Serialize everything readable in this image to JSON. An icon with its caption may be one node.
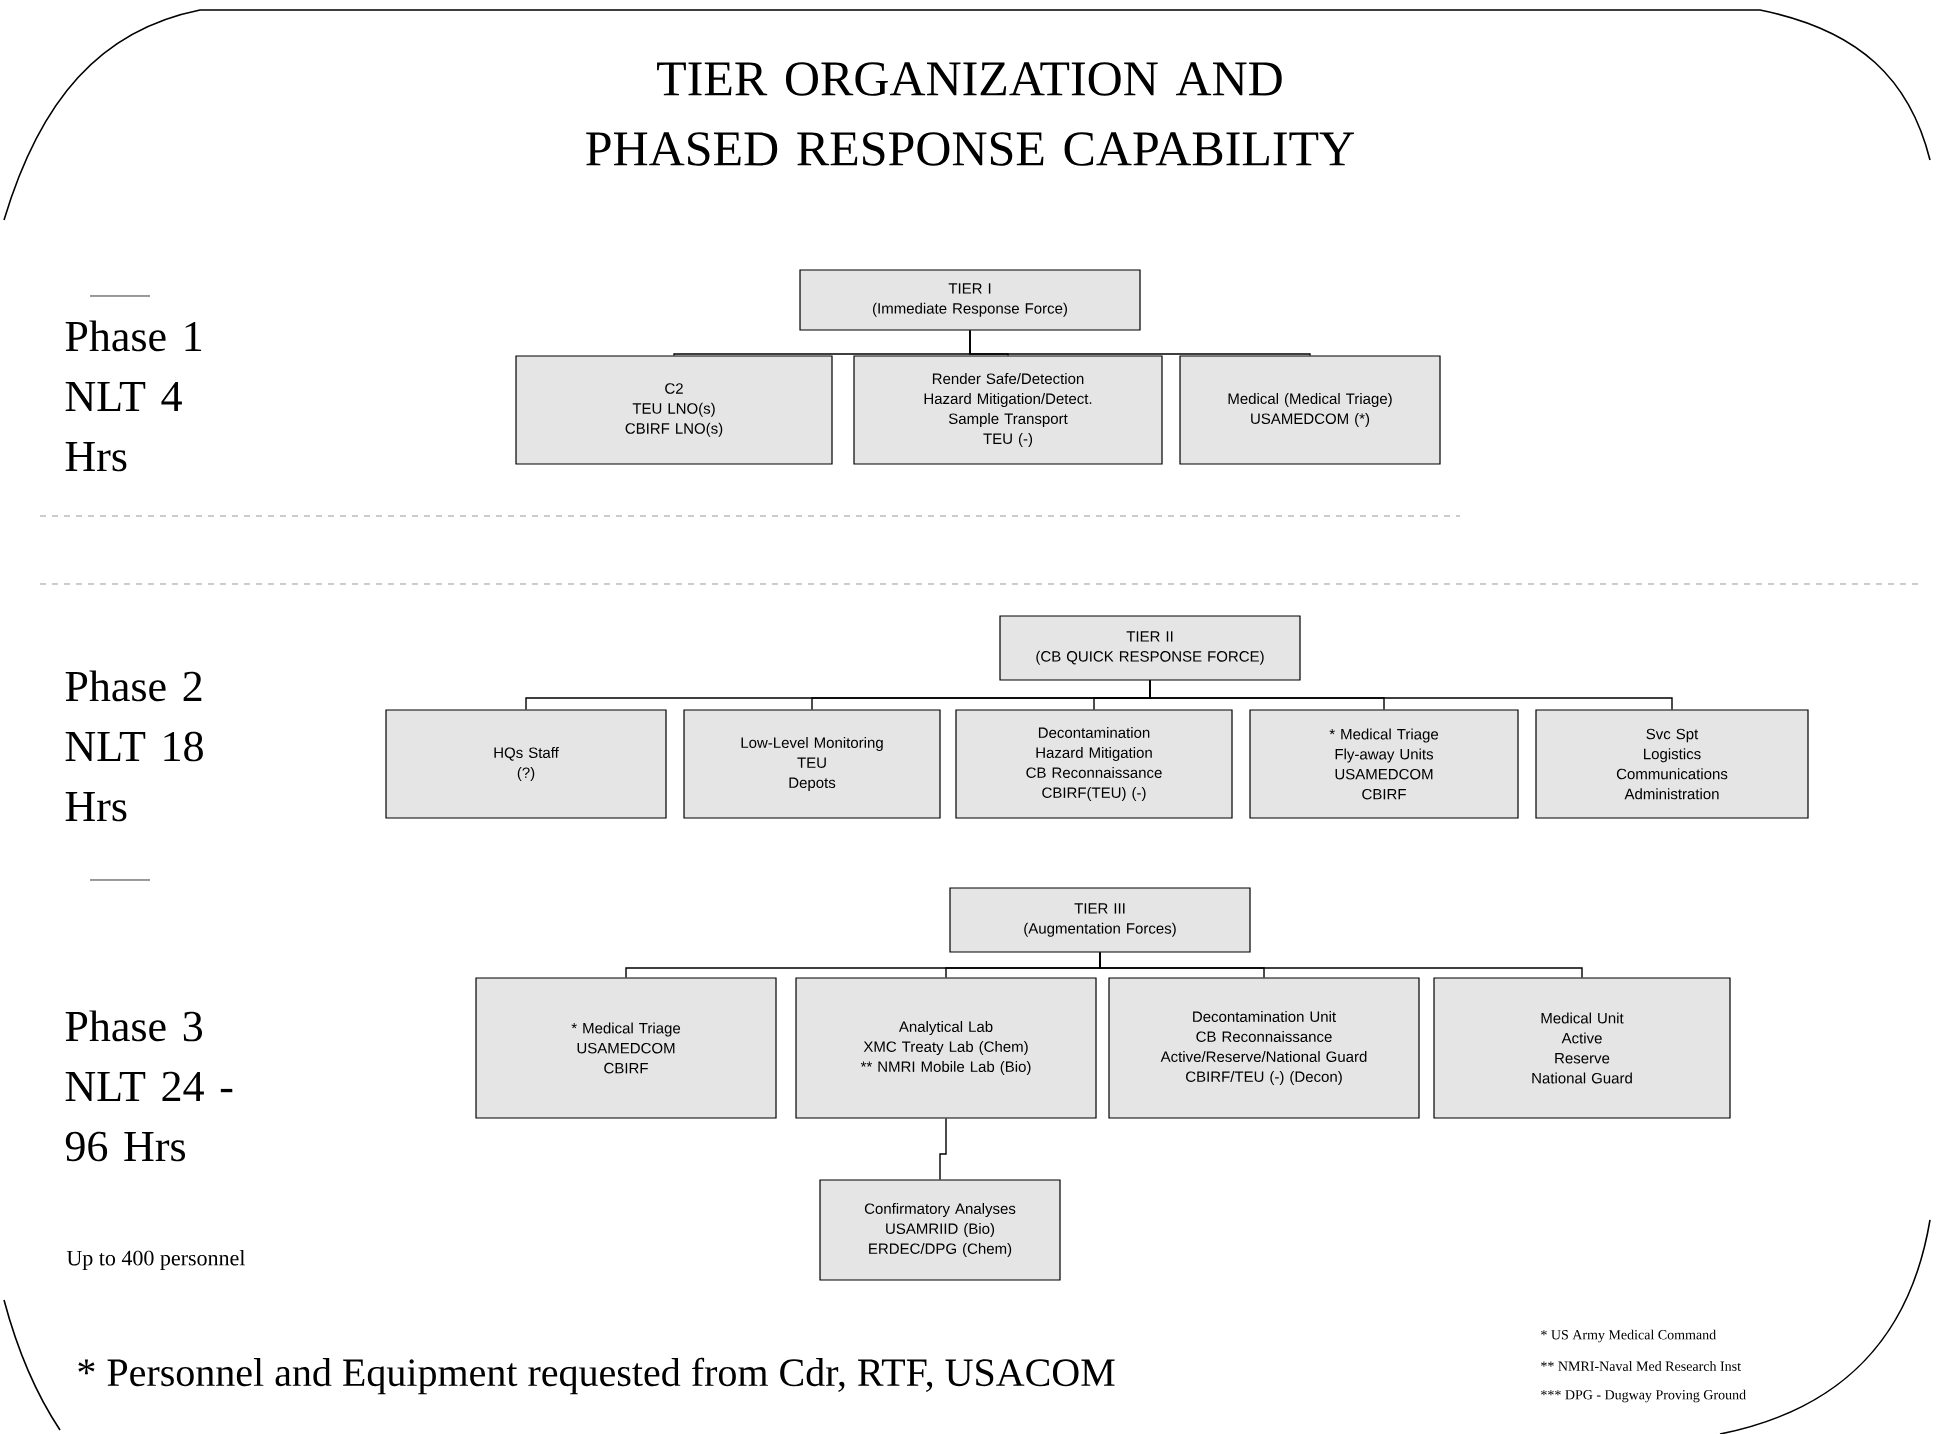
{
  "diagram": {
    "title": "TIER ORGANIZATION AND PHASED RESPONSE CAPABILITY",
    "nodes": [
      {
        "text": [
          "TIER I",
          "(Immediate Response Force)"
        ]
      },
      {
        "text": [
          "C2",
          "TEU LNO(s)",
          "CBIRF LNO(s)"
        ]
      },
      {
        "text": [
          "Render Safe/Detection",
          "Hazard Mitigation/Detect.",
          "Sample Transport",
          "TEU (-)"
        ]
      },
      {
        "text": [
          "Medical (Medical Triage)",
          "USAMEDCOM (*)"
        ]
      },
      {
        "text": [
          "TIER II",
          "(CB QUICK RESPONSE FORCE)"
        ]
      },
      {
        "text": [
          "HQs Staff",
          "(?)"
        ]
      },
      {
        "text": [
          "Low-Level Monitoring",
          "TEU",
          "Depots"
        ]
      },
      {
        "text": [
          "Decontamination",
          "Hazard Mitigation",
          "CB Reconnaissance",
          "CBIRF(TEU) (-)"
        ]
      },
      {
        "text": [
          "* Medical Triage",
          "Fly-away Units",
          "USAMEDCOM",
          "CBIRF"
        ]
      },
      {
        "text": [
          "Svc Spt",
          "Logistics",
          "Communications",
          "Administration"
        ]
      },
      {
        "text": [
          "TIER III",
          "(Augmentation Forces)"
        ]
      },
      {
        "text": [
          "* Medical Triage",
          "USAMEDCOM",
          "CBIRF"
        ]
      },
      {
        "text": [
          "Analytical Lab",
          "XMC Treaty Lab (Chem)",
          "** NMRI Mobile Lab (Bio)"
        ]
      },
      {
        "text": [
          "Decontamination Unit",
          "CB Reconnaissance",
          "Active/Reserve/National Guard",
          "CBIRF/TEU (-) (Decon)"
        ]
      },
      {
        "text": [
          "Medical Unit",
          "Active",
          "Reserve",
          "National Guard"
        ]
      },
      {
        "text": [
          "Confirmatory Analyses",
          "USAMRIID (Bio)",
          "ERDEC/DPG (Chem)"
        ]
      }
    ],
    "edges": [
      {
        "from": 0,
        "to": 1,
        "arrow": "none"
      },
      {
        "from": 0,
        "to": 2,
        "arrow": "none"
      },
      {
        "from": 0,
        "to": 3,
        "arrow": "none"
      },
      {
        "from": 4,
        "to": 5,
        "arrow": "none"
      },
      {
        "from": 4,
        "to": 6,
        "arrow": "none"
      },
      {
        "from": 4,
        "to": 7,
        "arrow": "none"
      },
      {
        "from": 4,
        "to": 8,
        "arrow": "none"
      },
      {
        "from": 4,
        "to": 9,
        "arrow": "none"
      },
      {
        "from": 10,
        "to": 11,
        "arrow": "none"
      },
      {
        "from": 10,
        "to": 12,
        "arrow": "none"
      },
      {
        "from": 10,
        "to": 13,
        "arrow": "none"
      },
      {
        "from": 10,
        "to": 14,
        "arrow": "none"
      },
      {
        "from": 12,
        "to": 15,
        "arrow": "none"
      }
    ],
    "labels": [
      "Phase 1 NLT 4 Hrs",
      "Phase 2 NLT 18 Hrs",
      "Phase 3 NLT 24 - 96 Hrs",
      "Up to 400 personnel",
      "* US Army Medical Command",
      "** NMRI-Naval Med Research Inst",
      "*** DPG - Dugway Proving Ground",
      "* Personnel and Equipment requested from Cdr, RTF, USACOM"
    ]
  }
}
